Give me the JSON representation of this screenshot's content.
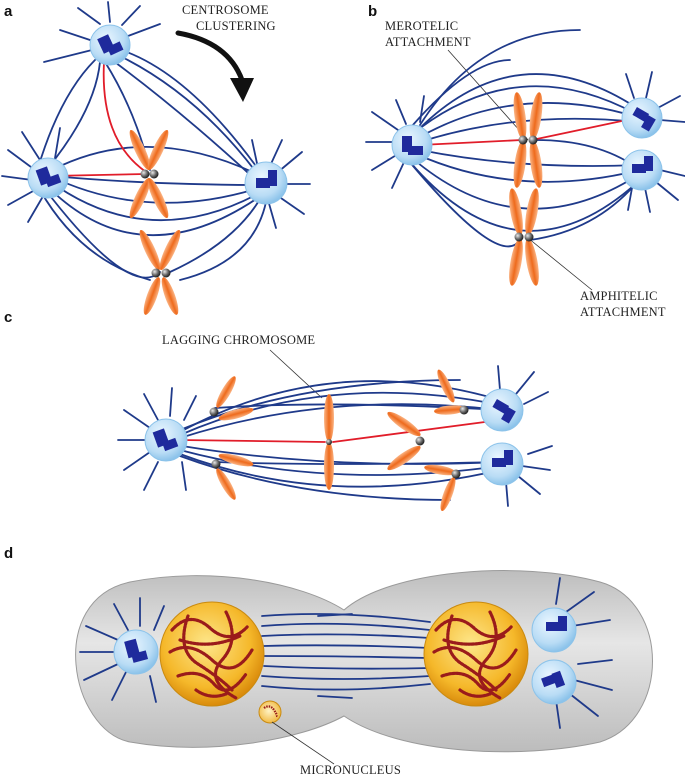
{
  "panels": {
    "a": {
      "letter": "a",
      "caption_1": "CENTROSOME",
      "caption_2": "CLUSTERING"
    },
    "b": {
      "letter": "b",
      "merotelic_1": "MEROTELIC",
      "merotelic_2": "ATTACHMENT",
      "amphitelic_1": "AMPHITELIC",
      "amphitelic_2": "ATTACHMENT"
    },
    "c": {
      "letter": "c",
      "lagging": "LAGGING CHROMOSOME"
    },
    "d": {
      "letter": "d",
      "micronucleus": "MICRONUCLEUS"
    }
  },
  "colors": {
    "microtubule": "#1f3a8a",
    "merotelic_fiber": "#e11d2a",
    "chromosome": "#f07a2a",
    "centrosome_fill": "#bfe0f7",
    "centriole": "#1f2a9c",
    "cell_body": "#d4d4d4",
    "nucleus": "#f2b724",
    "chromatin": "#9a1b1b"
  },
  "icons": {
    "centrosome": "centrosome-icon",
    "chromosome": "chromosome-icon",
    "kinetochore": "kinetochore-icon",
    "nucleus": "nucleus-icon"
  }
}
